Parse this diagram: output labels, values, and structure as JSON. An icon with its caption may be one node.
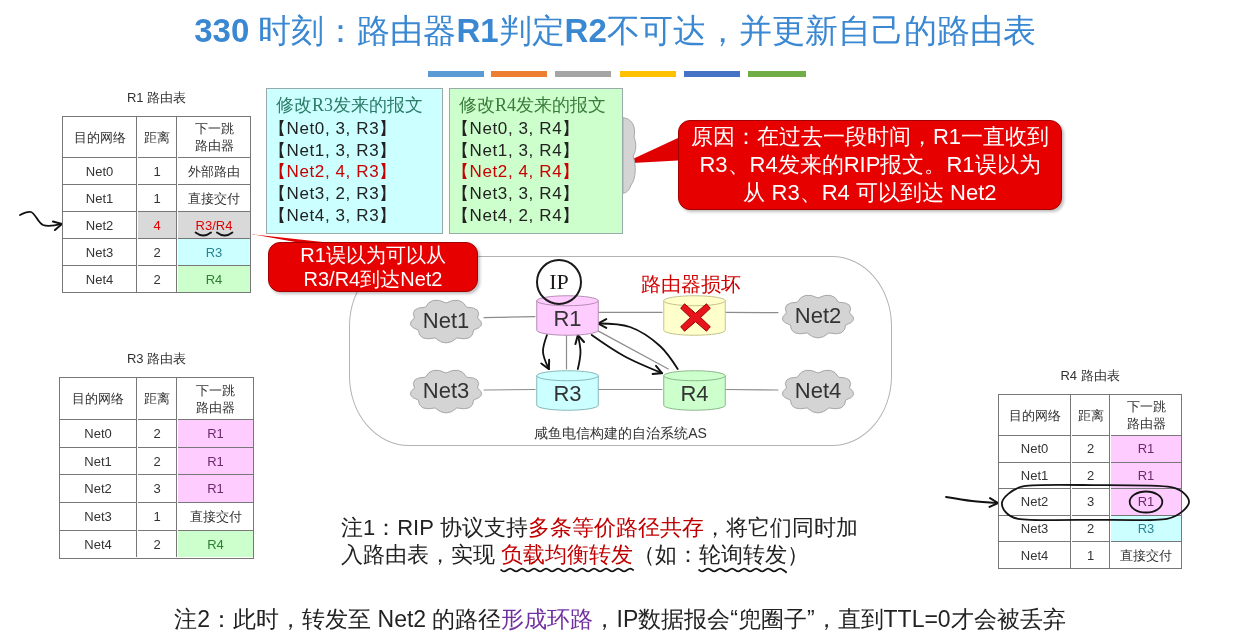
{
  "diagram": {
    "title": "**330** 时刻：路由器**R1**判定**R2**不可达，并更新自己的路由表",
    "nodes": [
      {
        "text": [
          "R1 路由表",
          "目的网络",
          "距离",
          "下一跳路由器",
          "Net0",
          "1",
          "外部路由",
          "Net1",
          "1",
          "直接交付",
          "Net2",
          "4",
          "R3/R4",
          "Net3",
          "2",
          "R3",
          "Net4",
          "2",
          "R4"
        ]
      },
      {
        "text": [
          "修改R3发来的报文",
          "【Net0, 3, R3】",
          "【Net1, 3, R3】",
          "【Net2, 4, R3】",
          "【Net3, 2, R3】",
          "【Net4, 3, R3】"
        ]
      },
      {
        "text": [
          "修改R4发来的报文",
          "【Net0, 3, R4】",
          "【Net1, 3, R4】",
          "【Net2, 4, R4】",
          "【Net3, 3, R4】",
          "【Net4, 2, R4】"
        ]
      },
      {
        "text": [
          "原因：在过去一段时间，R1一直收到R3、R4发来的RIP报文。R1误以为从 R3、R4 可以到达 Net2"
        ]
      },
      {
        "text": [
          "R1误以为可以从R3/R4到达Net2"
        ]
      },
      {
        "text": [
          "咸鱼电信构建的自治系统AS"
        ]
      },
      {
        "text": [
          "IP"
        ],
        "in": 5
      },
      {
        "text": [
          "Net1"
        ],
        "in": 5
      },
      {
        "text": [
          "R1"
        ],
        "in": 5
      },
      {
        "text": [],
        "shape": "cylinder",
        "in": 5,
        "beside": [
          "路由器损坏"
        ]
      },
      {
        "text": [
          "Net2"
        ],
        "in": 5
      },
      {
        "text": [
          "Net3"
        ],
        "in": 5
      },
      {
        "text": [
          "R3"
        ],
        "in": 5
      },
      {
        "text": [
          "R4"
        ],
        "in": 5
      },
      {
        "text": [
          "Net4"
        ],
        "in": 5
      },
      {
        "text": [
          "R3 路由表",
          "目的网络",
          "距离",
          "下一跳路由器",
          "Net0",
          "2",
          "R1",
          "Net1",
          "2",
          "R1",
          "Net2",
          "3",
          "R1",
          "Net3",
          "1",
          "直接交付",
          "Net4",
          "2",
          "R4"
        ]
      },
      {
        "text": [
          "R4 路由表",
          "目的网络",
          "距离",
          "下一跳路由器",
          "Net0",
          "2",
          "R1",
          "Net1",
          "2",
          "R1",
          "Net2",
          "3",
          "R1",
          "Net3",
          "2",
          "R3",
          "Net4",
          "1",
          "直接交付"
        ]
      },
      {
        "text": [],
        "shape": "cloud"
      }
    ],
    "edges": [
      {
        "from": 7,
        "to": 8,
        "arrow": "none"
      },
      {
        "from": 8,
        "to": 9,
        "arrow": "none"
      },
      {
        "from": 9,
        "to": 10,
        "arrow": "none"
      },
      {
        "from": 8,
        "to": 12,
        "arrow": "none"
      },
      {
        "from": 8,
        "to": 13,
        "arrow": "none"
      },
      {
        "from": 11,
        "to": 12,
        "arrow": "none"
      },
      {
        "from": 12,
        "to": 13,
        "arrow": "none"
      },
      {
        "from": 13,
        "to": 14,
        "arrow": "none"
      },
      {
        "from": 8,
        "to": 12,
        "arrow": "to",
        "color": "#111111"
      },
      {
        "from": 12,
        "to": 8,
        "arrow": "to",
        "color": "#111111"
      },
      {
        "from": 8,
        "to": 13,
        "arrow": "to",
        "color": "#111111"
      },
      {
        "from": 13,
        "to": 8,
        "arrow": "to",
        "color": "#111111"
      },
      {
        "from": 4,
        "to": 0,
        "arrow": "none",
        "color": "#e00000"
      },
      {
        "from": 3,
        "to": 2,
        "arrow": "none",
        "color": "#e00000"
      },
      {
        "from": null,
        "to": 0,
        "arrow": "to",
        "color": "#111111"
      },
      {
        "from": null,
        "to": 16,
        "arrow": "to",
        "color": "#111111"
      }
    ],
    "labels": [
      "注1：RIP 协议支持**多条等价路径共存**，将它们同时加入路由表，实现 **负载均衡转发**（如：轮询转发）",
      "注2：此时，转发至 Net2 的路径**形成环路**，IP数据报会“兜圈子”，直到TTL=0才会被丢弃"
    ]
  }
}
